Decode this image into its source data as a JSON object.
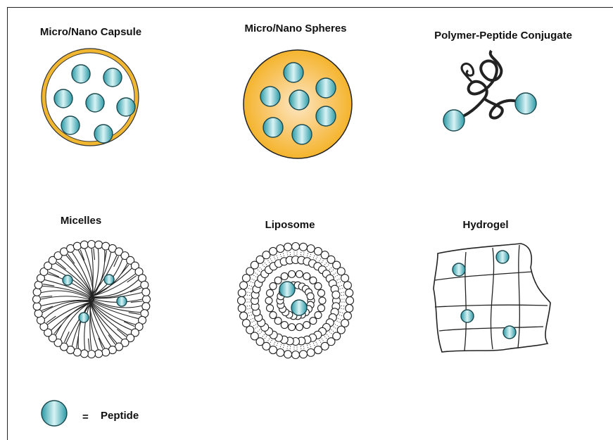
{
  "panels": [
    {
      "id": "capsule",
      "title": "Micro/Nano Capsule"
    },
    {
      "id": "spheres",
      "title": "Micro/Nano Spheres"
    },
    {
      "id": "conjugate",
      "title": "Polymer-Peptide Conjugate"
    },
    {
      "id": "micelles",
      "title": "Micelles"
    },
    {
      "id": "liposome",
      "title": "Liposome"
    },
    {
      "id": "hydrogel",
      "title": "Hydrogel"
    }
  ],
  "legend": {
    "symbol": "=",
    "label": "Peptide"
  },
  "colors": {
    "peptide_edge": "#1a4a4f",
    "peptide_mid": "#d8f3f5",
    "peptide_fill": "#3fb3bd",
    "capsule_shell": "#f2b731",
    "sphere_fill": "#f6b636",
    "line": "#222222"
  }
}
